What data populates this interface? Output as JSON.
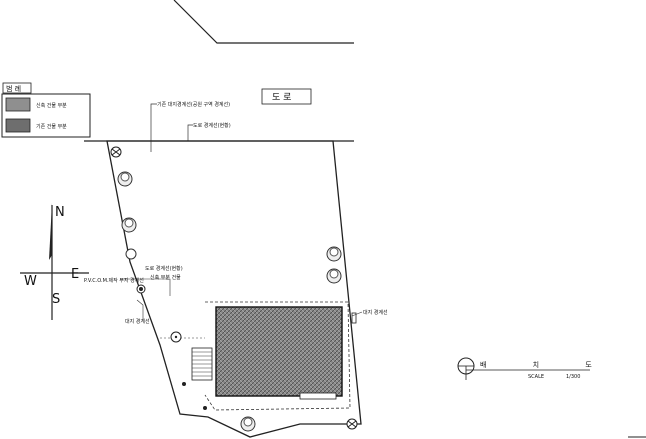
{
  "legend": {
    "title": "범 례",
    "items": [
      {
        "label": "신축 건물 부분",
        "color": "#8f8f8f"
      },
      {
        "label": "기존 건물 부분",
        "color": "#6e6e6e"
      }
    ]
  },
  "road_label": "도 로",
  "compass": {
    "n": "N",
    "s": "S",
    "e": "E",
    "w": "W"
  },
  "title_block": {
    "title": "배 치 도",
    "scale_label": "SCALE",
    "scale_value": "1/300"
  },
  "annotations": {
    "boundary_top1": "기존 대지경계선(공원 구역 경계선)",
    "boundary_top2": "도로 경계선(현황)",
    "left_note1": "대지 경계선",
    "left_note2": "P.V.C.O.M.제작 부지 경계선",
    "mid_note1": "도로 경계선(현황)",
    "mid_note2": "신축 부분 건물",
    "right_note": "대지 경계선"
  }
}
